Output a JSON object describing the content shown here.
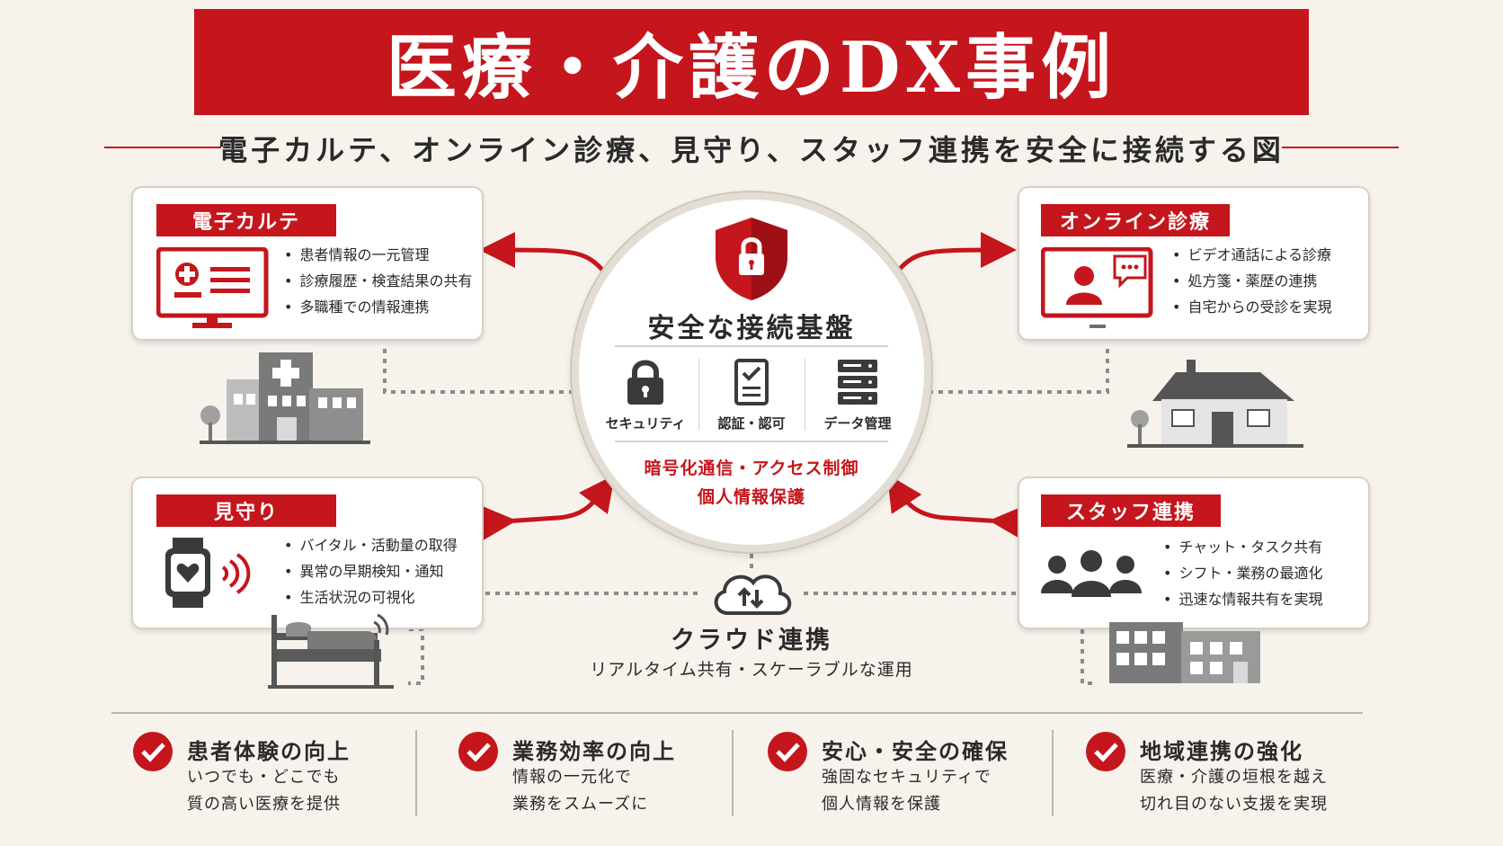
{
  "title": "医療・介護のDX事例",
  "subtitle": "電子カルテ、オンライン診療、見守り、スタッフ連携を安全に接続する図",
  "colors": {
    "accent": "#c4161c",
    "background": "#f7f3ec",
    "gray": "#6e6e6e"
  },
  "center": {
    "title": "安全な接続基盤",
    "pillars": [
      {
        "label": "セキュリティ",
        "icon": "padlock-icon"
      },
      {
        "label": "認証・認可",
        "icon": "checklist-icon"
      },
      {
        "label": "データ管理",
        "icon": "server-icon"
      }
    ],
    "line1": "暗号化通信・アクセス制御",
    "line2": "個人情報保護"
  },
  "cards": {
    "ehr": {
      "label": "電子カルテ",
      "items": [
        "患者情報の一元管理",
        "診療履歴・検査結果の共有",
        "多職種での情報連携"
      ]
    },
    "online": {
      "label": "オンライン診療",
      "items": [
        "ビデオ通話による診療",
        "処方箋・薬歴の連携",
        "自宅からの受診を実現"
      ]
    },
    "watch": {
      "label": "見守り",
      "items": [
        "バイタル・活動量の取得",
        "異常の早期検知・通知",
        "生活状況の可視化"
      ]
    },
    "staff": {
      "label": "スタッフ連携",
      "items": [
        "チャット・タスク共有",
        "シフト・業務の最適化",
        "迅速な情報共有を実現"
      ]
    }
  },
  "cloud": {
    "title": "クラウド連携",
    "subtitle": "リアルタイム共有・スケーラブルな運用"
  },
  "benefits": [
    {
      "title": "患者体験の向上",
      "line1": "いつでも・どこでも",
      "line2": "質の高い医療を提供"
    },
    {
      "title": "業務効率の向上",
      "line1": "情報の一元化で",
      "line2": "業務をスムーズに"
    },
    {
      "title": "安心・安全の確保",
      "line1": "強固なセキュリティで",
      "line2": "個人情報を保護"
    },
    {
      "title": "地域連携の強化",
      "line1": "医療・介護の垣根を越え",
      "line2": "切れ目のない支援を実現"
    }
  ]
}
